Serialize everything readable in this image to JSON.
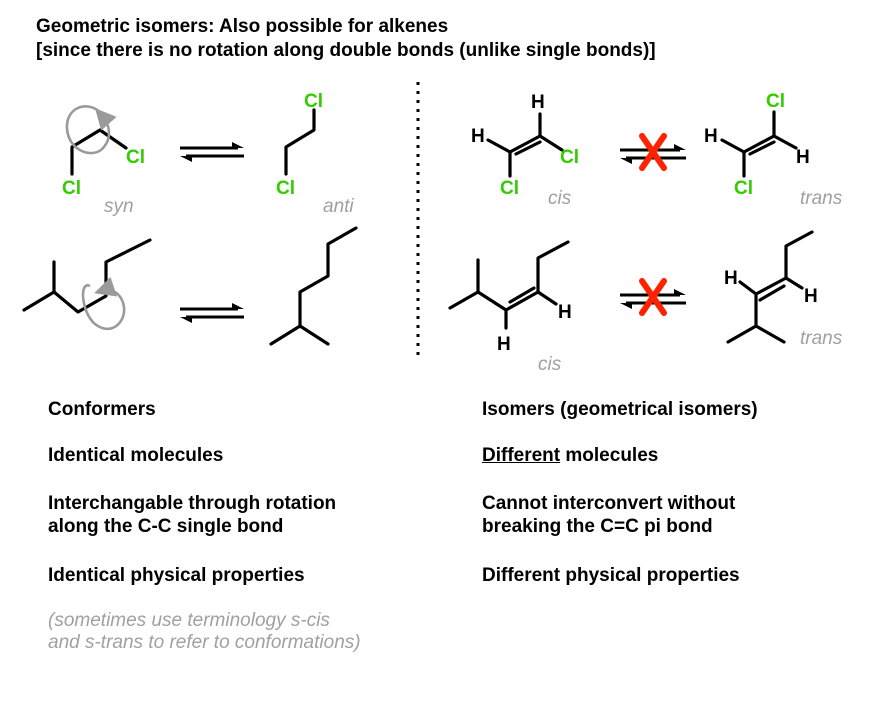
{
  "heading": {
    "line1": "Geometric isomers: Also possible for alkenes",
    "line2": "[since there is no rotation along double bonds (unlike single bonds)]"
  },
  "atoms": {
    "cl": "Cl",
    "h": "H"
  },
  "captions": {
    "syn": "syn",
    "anti": "anti",
    "cis_top": "cis",
    "trans_top": "trans",
    "cis_bottom": "cis",
    "trans_bottom": "trans"
  },
  "left_column": {
    "title": "Conformers",
    "identity": "Identical molecules",
    "interchange_line1": "Interchangable through rotation",
    "interchange_line2": "along the C-C single bond",
    "properties": "Identical physical properties",
    "note_line1": "(sometimes use terminology s-cis",
    "note_line2": "and s-trans to refer to conformations)"
  },
  "right_column": {
    "title": "Isomers (geometrical isomers)",
    "identity_emph": "Different",
    "identity_rest": " molecules",
    "interchange_line1": "Cannot interconvert without",
    "interchange_line2": "breaking the C=C pi bond",
    "properties": "Different physical properties"
  },
  "colors": {
    "chlorine": "#33cc00",
    "caption": "#a0a0a0",
    "blocked": "#ff2200",
    "rotation_arrow": "#9a9a9a"
  }
}
